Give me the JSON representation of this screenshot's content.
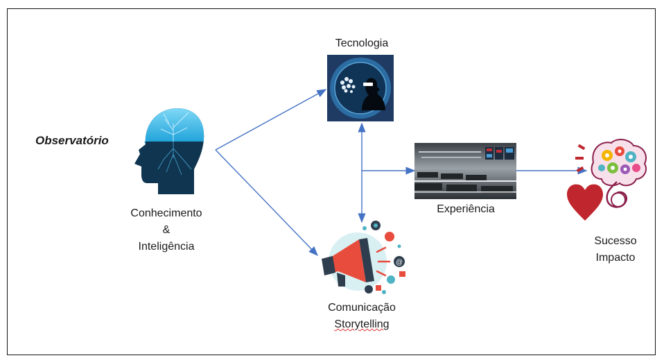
{
  "title": "Observatório",
  "nodes": {
    "knowledge": {
      "line1": "Conhecimento",
      "line2": "&",
      "line3": "Inteligência"
    },
    "technology": {
      "label": "Tecnologia"
    },
    "experience": {
      "label": "Experiência"
    },
    "communication": {
      "line1": "Comunicação",
      "line2": "Storytelling"
    },
    "success": {
      "line1": "Sucesso",
      "line2": "Impacto"
    }
  },
  "colors": {
    "arrow": "#4472c4",
    "border": "#111111",
    "tech_bg": "#1f3b63",
    "heart": "#c0262d"
  }
}
